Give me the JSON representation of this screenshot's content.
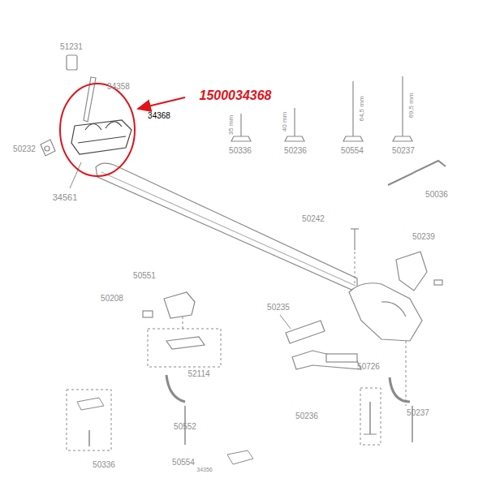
{
  "diagram": {
    "labels": [
      "51231",
      "34358",
      "1500034368",
      "34368",
      "50232",
      "35 mm",
      "40 mm",
      "64,5 mm",
      "69,5 mm",
      "50336",
      "50236",
      "50554",
      "50237",
      "34561",
      "50036",
      "50242",
      "50239",
      "50551",
      "50208",
      "52114",
      "50235",
      "50726",
      "50552",
      "50554",
      "50237",
      "50236",
      "50336",
      "34356"
    ]
  }
}
